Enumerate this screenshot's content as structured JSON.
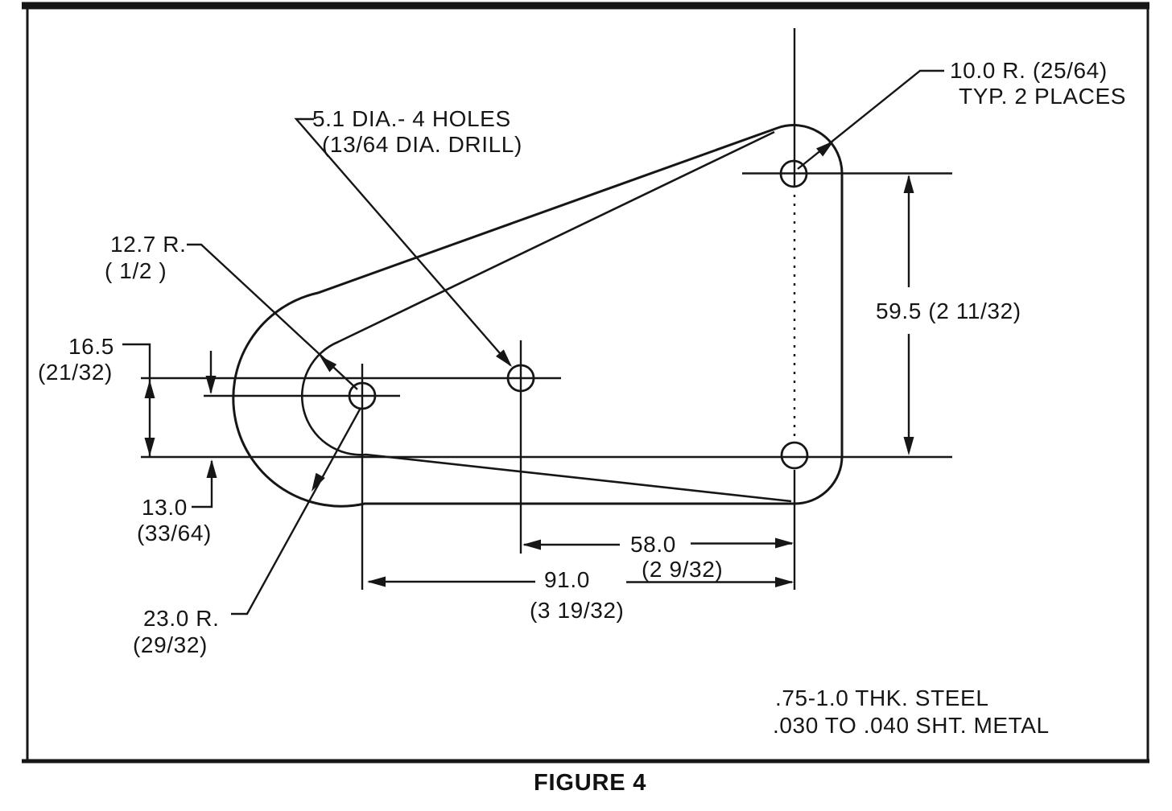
{
  "figure_caption": "FIGURE 4",
  "annotations": {
    "holes_label": {
      "l1": "5.1 DIA.- 4 HOLES",
      "l2": "(13/64 DIA. DRILL)"
    },
    "corner_radius_label": {
      "l1": "10.0 R. (25/64)",
      "l2": "TYP. 2 PLACES"
    },
    "small_radius_label": {
      "l1": "12.7 R.",
      "l2": "( 1/2 )"
    },
    "large_radius_label": {
      "l1": "23.0 R.",
      "l2": "(29/32)"
    },
    "material_note": {
      "l1": ".75-1.0 THK. STEEL",
      "l2": ".030 TO .040 SHT. METAL"
    }
  },
  "dimensions": {
    "d16_5": {
      "l1": "16.5",
      "l2": "(21/32)"
    },
    "d13_0": {
      "l1": "13.0",
      "l2": "(33/64)"
    },
    "d59_5": {
      "l1": "59.5 (2 11/32)"
    },
    "d58_0": {
      "l1": "58.0",
      "l2": "(2 9/32)"
    },
    "d91_0": {
      "l1": "91.0",
      "l2": "(3 19/32)"
    }
  },
  "colors": {
    "ink": "#161616",
    "paper": "#ffffff"
  }
}
